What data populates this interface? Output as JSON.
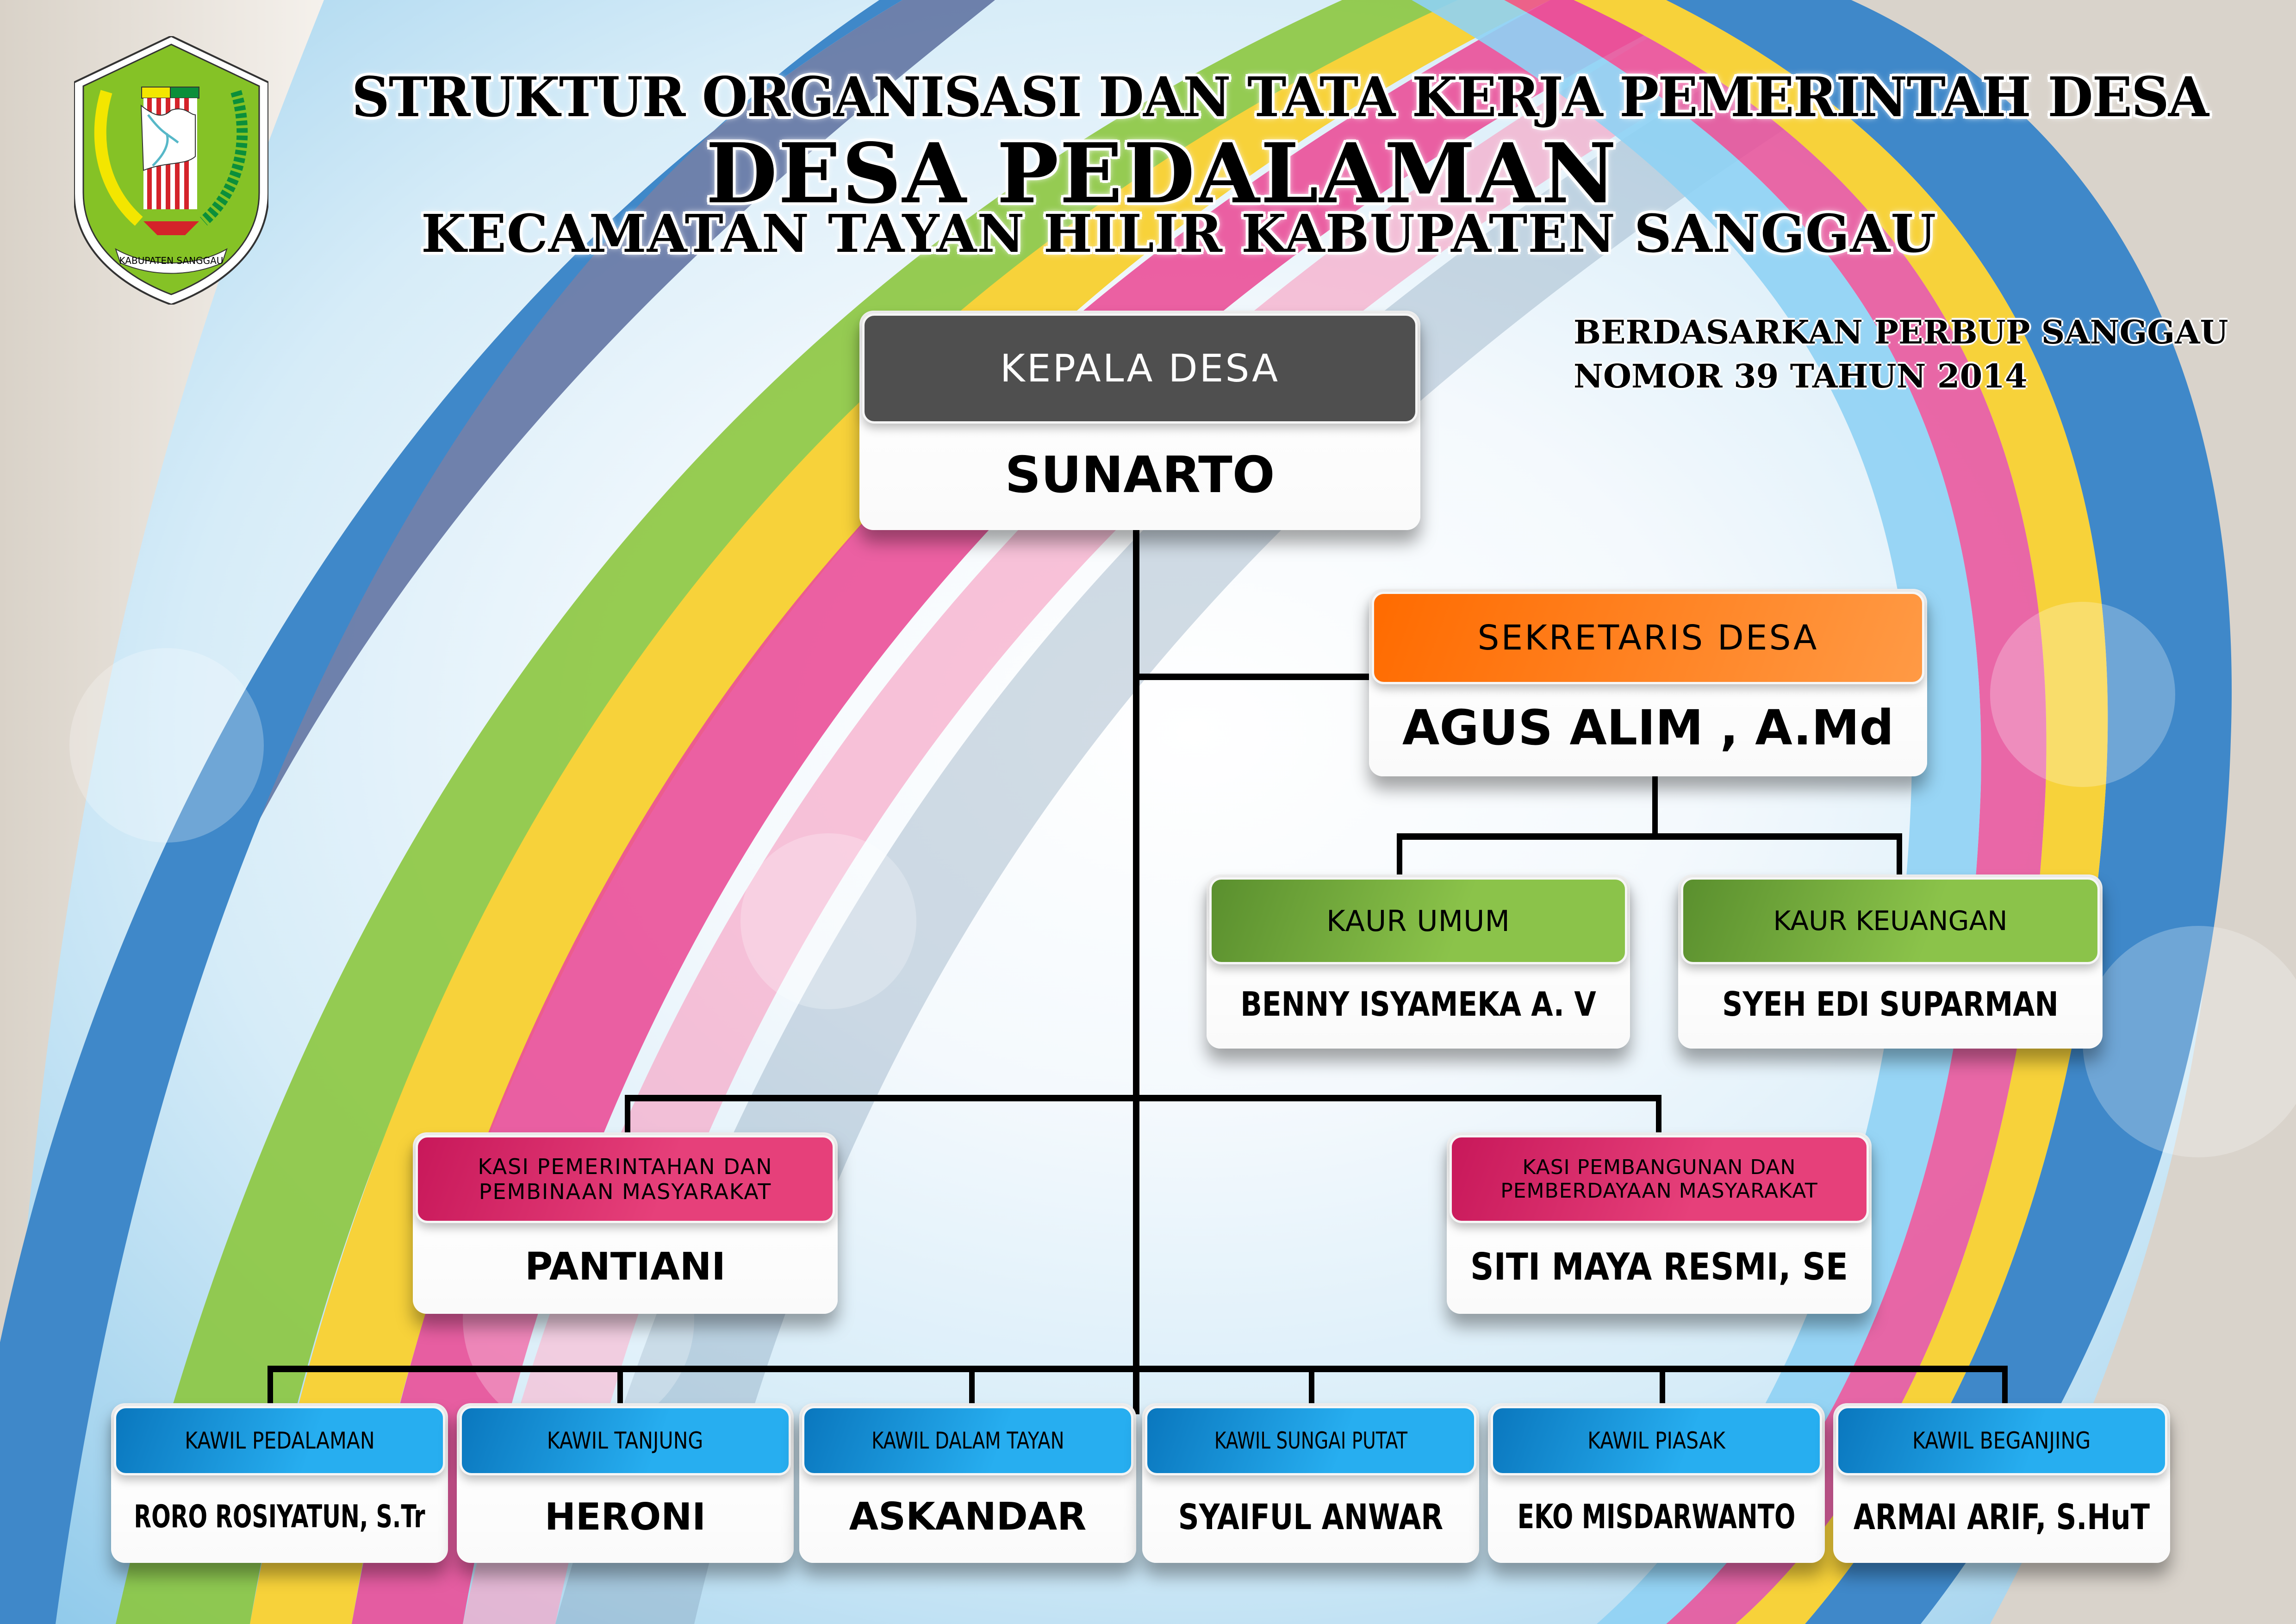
{
  "header": {
    "title_line1": "STRUKTUR ORGANISASI DAN TATA KERJA PEMERINTAH DESA",
    "title_line2": "DESA PEDALAMAN",
    "title_line3": "KECAMATAN TAYAN HILIR KABUPATEN SANGGAU",
    "logo_text": "KABUPATEN SANGGAU"
  },
  "reference": {
    "line1": "BERDASARKAN PERBUP SANGGAU",
    "line2": "NOMOR 39 TAHUN 2014"
  },
  "colors": {
    "kepala": "#4f4f4f",
    "sekretaris": "#ff7f1a",
    "kaur": "#7cb342",
    "kasi": "#d81b60",
    "kawil": "#1e9fe0",
    "connector": "#000000"
  },
  "org": {
    "kepala_desa": {
      "position": "KEPALA DESA",
      "name": "SUNARTO"
    },
    "sekretaris_desa": {
      "position": "SEKRETARIS DESA",
      "name": "AGUS ALIM , A.Md"
    },
    "kaur": [
      {
        "position": "KAUR UMUM",
        "name": "BENNY ISYAMEKA A. V"
      },
      {
        "position": "KAUR KEUANGAN",
        "name": "SYEH EDI SUPARMAN"
      }
    ],
    "kasi": [
      {
        "position_line1": "KASI PEMERINTAHAN DAN",
        "position_line2": "PEMBINAAN MASYARAKAT",
        "name": "PANTIANI"
      },
      {
        "position_line1": "KASI PEMBANGUNAN DAN",
        "position_line2": "PEMBERDAYAAN MASYARAKAT",
        "name": "SITI MAYA RESMI, SE"
      }
    ],
    "kawil": [
      {
        "position": "KAWIL PEDALAMAN",
        "name": "RORO ROSIYATUN, S.Tr"
      },
      {
        "position": "KAWIL TANJUNG",
        "name": "HERONI"
      },
      {
        "position": "KAWIL DALAM TAYAN",
        "name": "ASKANDAR"
      },
      {
        "position": "KAWIL SUNGAI PUTAT",
        "name": "SYAIFUL ANWAR"
      },
      {
        "position": "KAWIL PIASAK",
        "name": "EKO MISDARWANTO"
      },
      {
        "position": "KAWIL BEGANJING",
        "name": "ARMAI ARIF, S.HuT"
      }
    ]
  }
}
